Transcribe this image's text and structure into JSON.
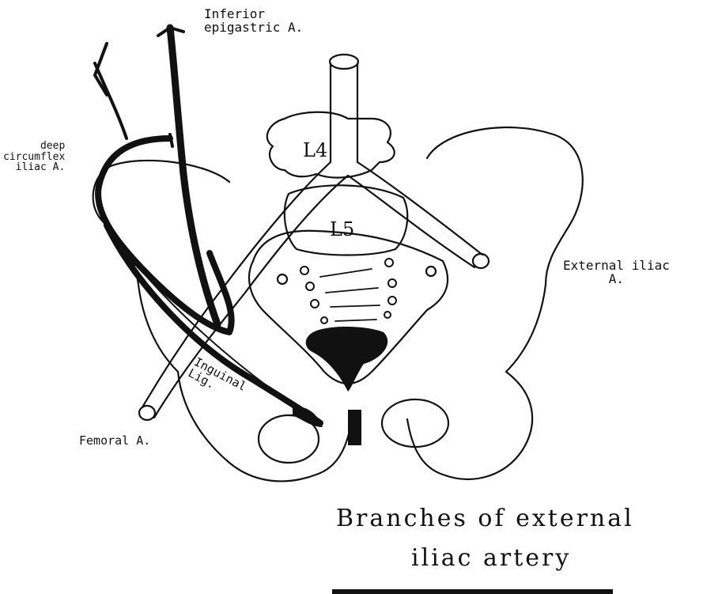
{
  "labels": {
    "inferior_epigastric": "Inferior\nepigastric A.",
    "deep_circumflex": "deep\ncircumflex\niliac A.",
    "external_iliac": "External iliac\nA.",
    "femoral": "Femoral A.",
    "inguinal": "Inguinal\nLig.",
    "l4": "L4",
    "l5": "L5"
  },
  "caption": {
    "line1": "Branches of external",
    "line2": "iliac artery"
  },
  "colors": {
    "ink": "#111111",
    "paper": "#ffffff"
  }
}
